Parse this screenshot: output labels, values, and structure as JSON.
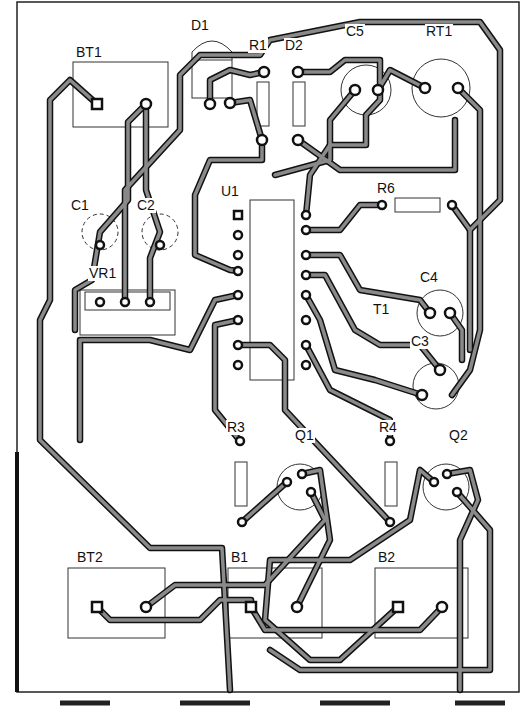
{
  "diagram": {
    "labels": [
      "BT1",
      "D1",
      "R1",
      "D2",
      "C5",
      "RT1",
      "C1",
      "C2",
      "U1",
      "R6",
      "VR1",
      "C4",
      "T1",
      "C3",
      "R3",
      "Q1",
      "R4",
      "Q2",
      "BT2",
      "B1",
      "B2"
    ]
  }
}
